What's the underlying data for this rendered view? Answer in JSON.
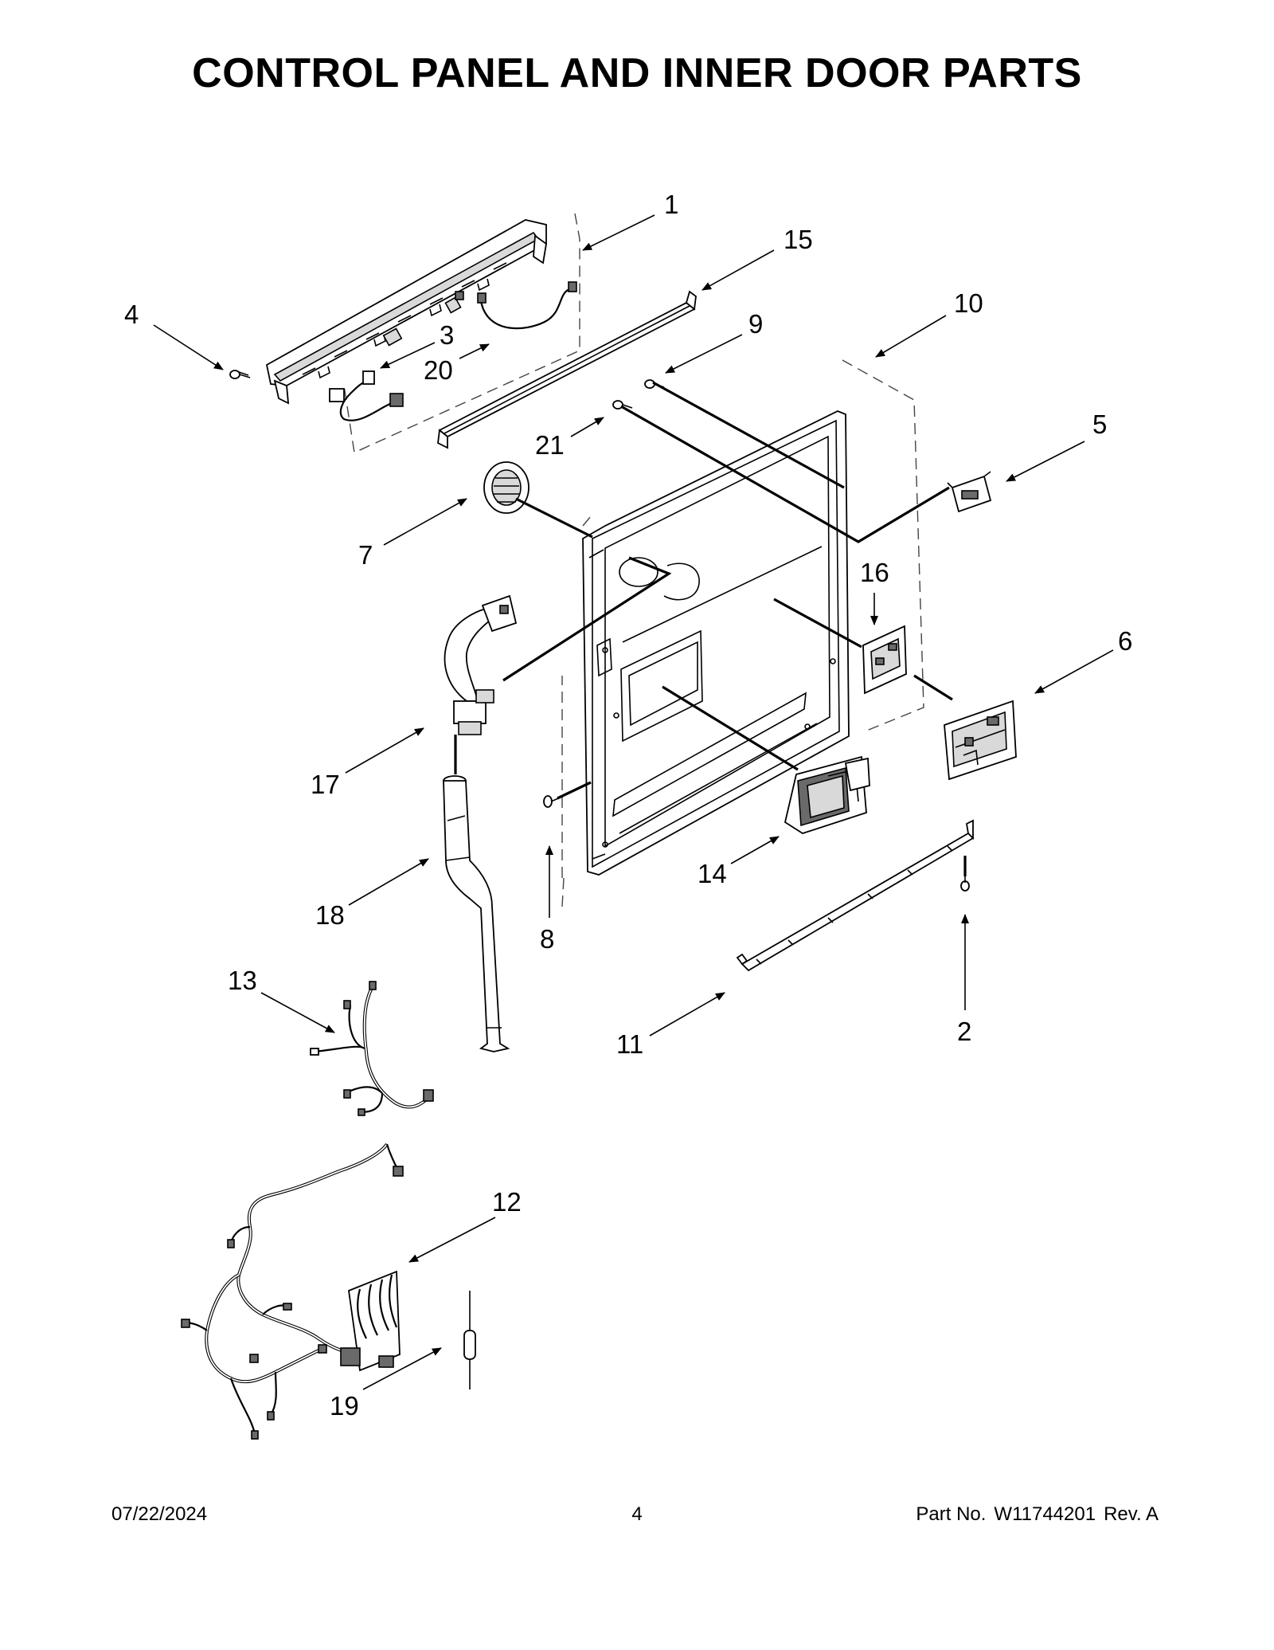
{
  "title": "CONTROL PANEL AND INNER DOOR PARTS",
  "footer": {
    "date": "07/22/2024",
    "page": "4",
    "part_label": "Part No.",
    "part_number": "W11744201",
    "revision": "Rev.  A"
  },
  "callouts": {
    "c1": "1",
    "c2": "2",
    "c3": "3",
    "c4": "4",
    "c5": "5",
    "c6": "6",
    "c7": "7",
    "c8": "8",
    "c9": "9",
    "c10": "10",
    "c11": "11",
    "c12": "12",
    "c13": "13",
    "c14": "14",
    "c15": "15",
    "c16": "16",
    "c17": "17",
    "c18": "18",
    "c19": "19",
    "c20": "20",
    "c21": "21"
  }
}
